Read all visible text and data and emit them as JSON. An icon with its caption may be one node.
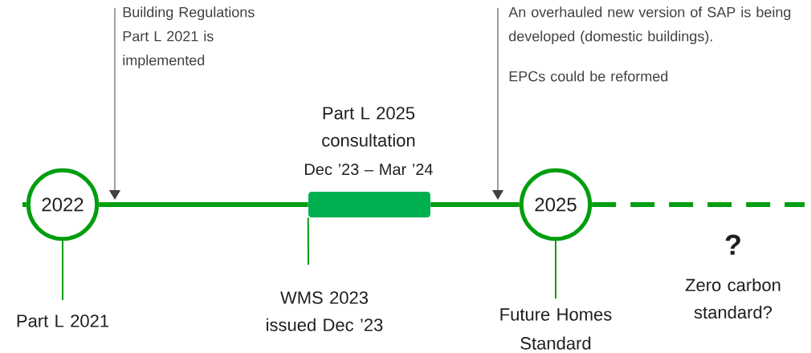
{
  "diagram": {
    "nodes": [
      {
        "text": [
          "Building Regulations Part L 2021 is implemented"
        ]
      },
      {
        "text": [
          "An overhauled new version of SAP is being developed (domestic buildings).",
          "EPCs could be reformed"
        ]
      },
      {
        "text": [
          "Part L 2025 consultation",
          "Dec ’23 – Mar ’24"
        ]
      },
      {
        "text": [
          "2022"
        ]
      },
      {
        "text": [
          "2025"
        ]
      },
      {
        "text": [
          "Part L 2021"
        ]
      },
      {
        "text": [
          "WMS 2023 issued Dec ’23"
        ]
      },
      {
        "text": [
          "Future Homes Standard"
        ]
      }
    ],
    "edges": [
      {
        "from": null,
        "to": 3,
        "arrow": "none",
        "style": "thick"
      },
      {
        "from": 3,
        "to": 2,
        "arrow": "none",
        "style": "thick"
      },
      {
        "from": 2,
        "to": 4,
        "arrow": "none",
        "style": "thick"
      },
      {
        "from": 4,
        "to": null,
        "arrow": "none",
        "style": "dashed"
      },
      {
        "from": 0,
        "to": null,
        "arrow": "to",
        "color": "#404040"
      },
      {
        "from": 1,
        "to": null,
        "arrow": "to",
        "color": "#404040"
      },
      {
        "from": 5,
        "to": 3,
        "arrow": "none"
      },
      {
        "from": 6,
        "to": 2,
        "arrow": "none"
      },
      {
        "from": 7,
        "to": 4,
        "arrow": "none"
      }
    ],
    "labels": [
      "?",
      "Zero carbon standard?"
    ]
  }
}
